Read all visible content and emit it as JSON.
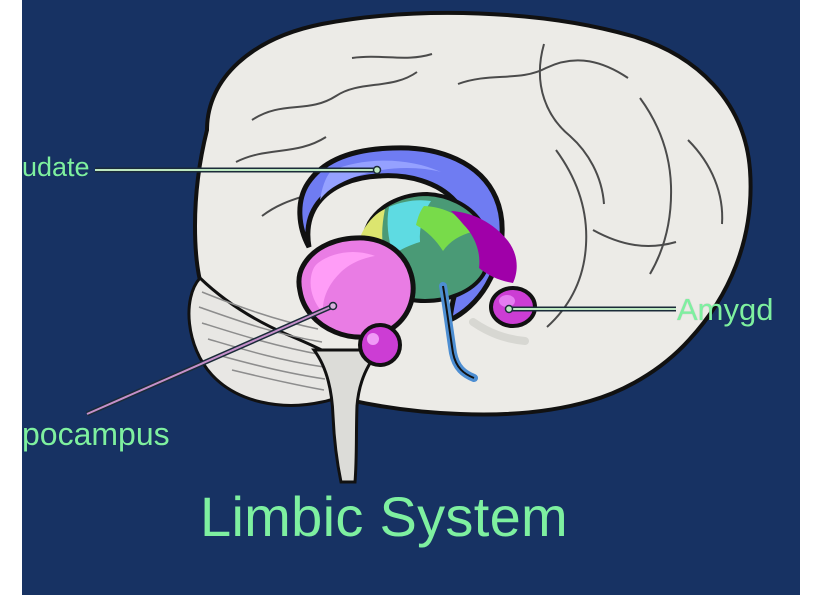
{
  "labels": {
    "caudate": "udate",
    "hippocampus": "pocampus",
    "amygdala": "Amygd"
  },
  "title": "Limbic System",
  "colors": {
    "background": "#173263",
    "label_text": "#7ef0a0",
    "caudate": "#6f7cf2",
    "hippocampus": "#e97ce4",
    "amygdala": "#cc3dd4",
    "thalamus": "#4a9a76"
  }
}
